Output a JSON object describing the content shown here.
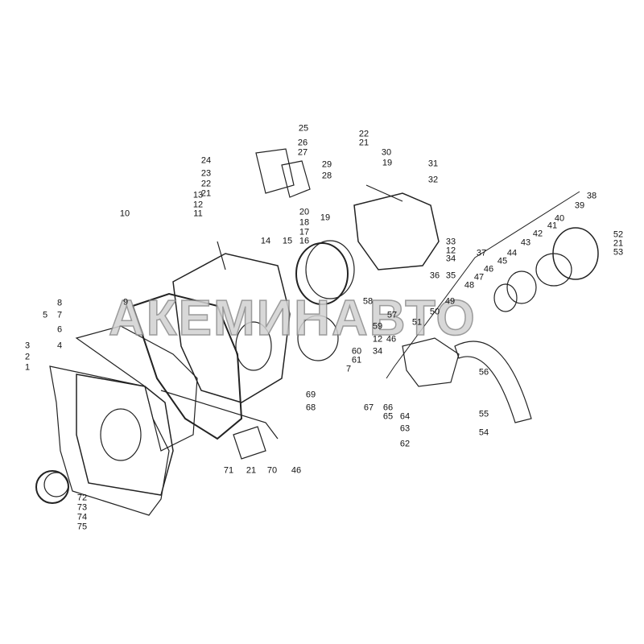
{
  "diagram": {
    "type": "exploded-parts-view",
    "watermark": "АКЕМИНАВТО",
    "labels": [
      "25",
      "26",
      "27",
      "24",
      "23",
      "22",
      "21",
      "22",
      "21",
      "30",
      "29",
      "19",
      "28",
      "31",
      "32",
      "13",
      "12",
      "11",
      "20",
      "19",
      "18",
      "17",
      "16",
      "14",
      "15",
      "10",
      "38",
      "39",
      "40",
      "41",
      "52",
      "21",
      "53",
      "42",
      "43",
      "33",
      "12",
      "34",
      "35",
      "36",
      "37",
      "44",
      "45",
      "46",
      "47",
      "48",
      "49",
      "50",
      "51",
      "58",
      "57",
      "59",
      "12",
      "34",
      "60",
      "61",
      "46",
      "7",
      "56",
      "69",
      "68",
      "67",
      "66",
      "65",
      "64",
      "63",
      "62",
      "55",
      "54",
      "5",
      "8",
      "7",
      "6",
      "9",
      "4",
      "3",
      "2",
      "1",
      "71",
      "21",
      "70",
      "46",
      "72",
      "73",
      "74",
      "75"
    ]
  }
}
